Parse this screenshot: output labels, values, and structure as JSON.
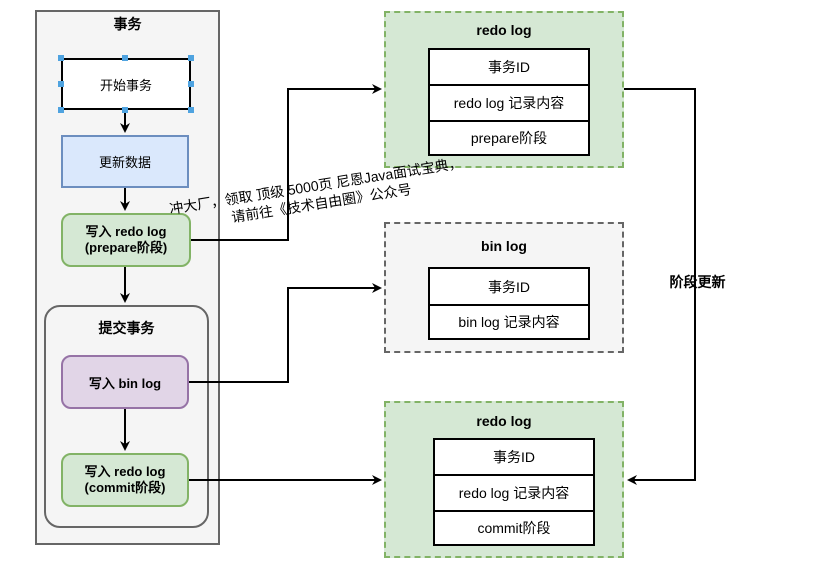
{
  "transaction": {
    "title": "事务",
    "start": "开始事务",
    "update": "更新数据",
    "write_redo_prepare": [
      "写入 redo log",
      "(prepare阶段)"
    ],
    "commit_group": {
      "title": "提交事务",
      "write_binlog": "写入 bin log",
      "write_redo_commit": [
        "写入 redo log",
        "(commit阶段)"
      ]
    }
  },
  "redo_log_prepare": {
    "title": "redo log",
    "rows": [
      "事务ID",
      "redo log 记录内容",
      "prepare阶段"
    ]
  },
  "bin_log": {
    "title": "bin log",
    "rows": [
      "事务ID",
      "bin log 记录内容"
    ]
  },
  "redo_log_commit": {
    "title": "redo log",
    "rows": [
      "事务ID",
      "redo log 记录内容",
      "commit阶段"
    ]
  },
  "update_label": "阶段更新",
  "watermark": [
    "冲大厂，领取 顶级 5000页 尼恩Java面试宝典，",
    "请前往《技术自由圈》公众号"
  ],
  "colors": {
    "green_fill": "#d5e8d4",
    "green_stroke": "#82b366",
    "blue_fill": "#dae8fc",
    "blue_stroke": "#6c8ebf",
    "purple_fill": "#e1d5e7",
    "purple_stroke": "#9673a6",
    "gray_fill": "#f5f5f5",
    "gray_stroke": "#666666"
  }
}
